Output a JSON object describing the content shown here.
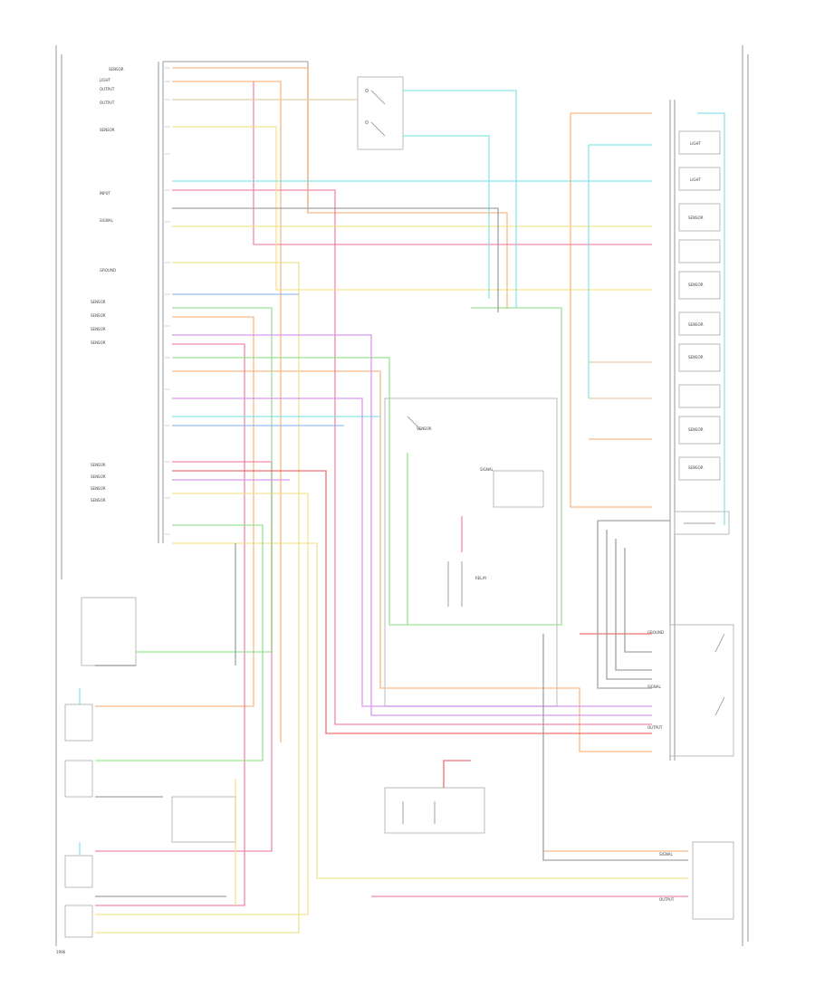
{
  "diagram": {
    "page_number": "1996",
    "colors": {
      "orange": "#f7b27a",
      "pink": "#f27ea0",
      "yellow": "#f3e08a",
      "cyan": "#7ee2e8",
      "green": "#8fe08a",
      "violet": "#d98ef0",
      "red": "#ef6060",
      "blue": "#8fb6f0",
      "gray": "#9a9a9a",
      "tan": "#e6c79a"
    },
    "left_block_labels": [
      "SENSOR",
      "LIGHT",
      "OUTPUT",
      "OUTPUT",
      "SENSOR",
      "INPUT",
      "SIGNAL",
      "GROUND",
      "SENSOR",
      "SENSOR",
      "SENSOR",
      "SENSOR",
      "SENSOR",
      "SENSOR",
      "SENSOR",
      "SENSOR"
    ],
    "center_labels": [
      "SENSOR",
      "SIGNAL",
      "RELAY"
    ],
    "right_block_labels": [
      "LIGHT",
      "LIGHT",
      "SENSOR",
      "SENSOR",
      "SENSOR",
      "SENSOR",
      "SENSOR",
      "SENSOR"
    ],
    "right_controller_labels": [
      "GROUND",
      "SIGNAL",
      "OUTPUT"
    ],
    "bottom_right_labels": [
      "SIGNAL",
      "OUTPUT"
    ]
  }
}
